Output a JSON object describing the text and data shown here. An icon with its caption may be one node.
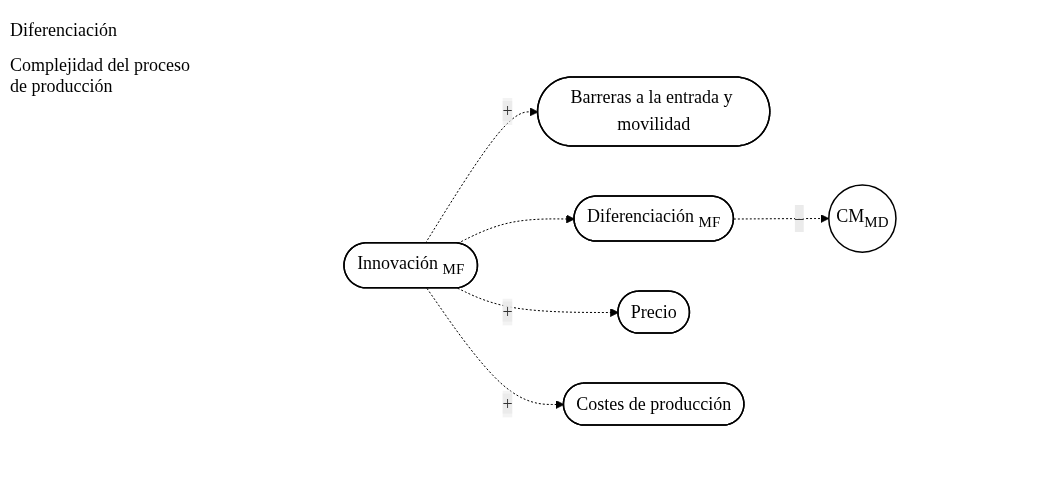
{
  "diagram": {
    "nodes": [
      {
        "text": [
          "Barreras a la entrada y movilidad"
        ]
      },
      {
        "text": [
          "Innovación $_{MF}$"
        ]
      },
      {
        "text": [
          "Diferenciación $_{MF}$"
        ]
      },
      {
        "text": [
          "CM$_{MD}$"
        ]
      },
      {
        "text": [
          "Precio"
        ]
      },
      {
        "text": [
          "Costes de producción"
        ]
      }
    ],
    "edges": [
      {
        "from": 1,
        "to": 0,
        "arrow": "to",
        "style": "dashed",
        "label": "+"
      },
      {
        "from": 1,
        "to": 2,
        "arrow": "to",
        "style": "dashed"
      },
      {
        "from": 2,
        "to": 3,
        "arrow": "to",
        "style": "dashed",
        "label": "–"
      },
      {
        "from": 1,
        "to": 4,
        "arrow": "to",
        "style": "dashed",
        "label": "+"
      },
      {
        "from": 1,
        "to": 5,
        "arrow": "to",
        "style": "dashed",
        "label": "+"
      }
    ],
    "labels": [
      "Diferenciación",
      "Complejidad del proceso de producción"
    ]
  }
}
